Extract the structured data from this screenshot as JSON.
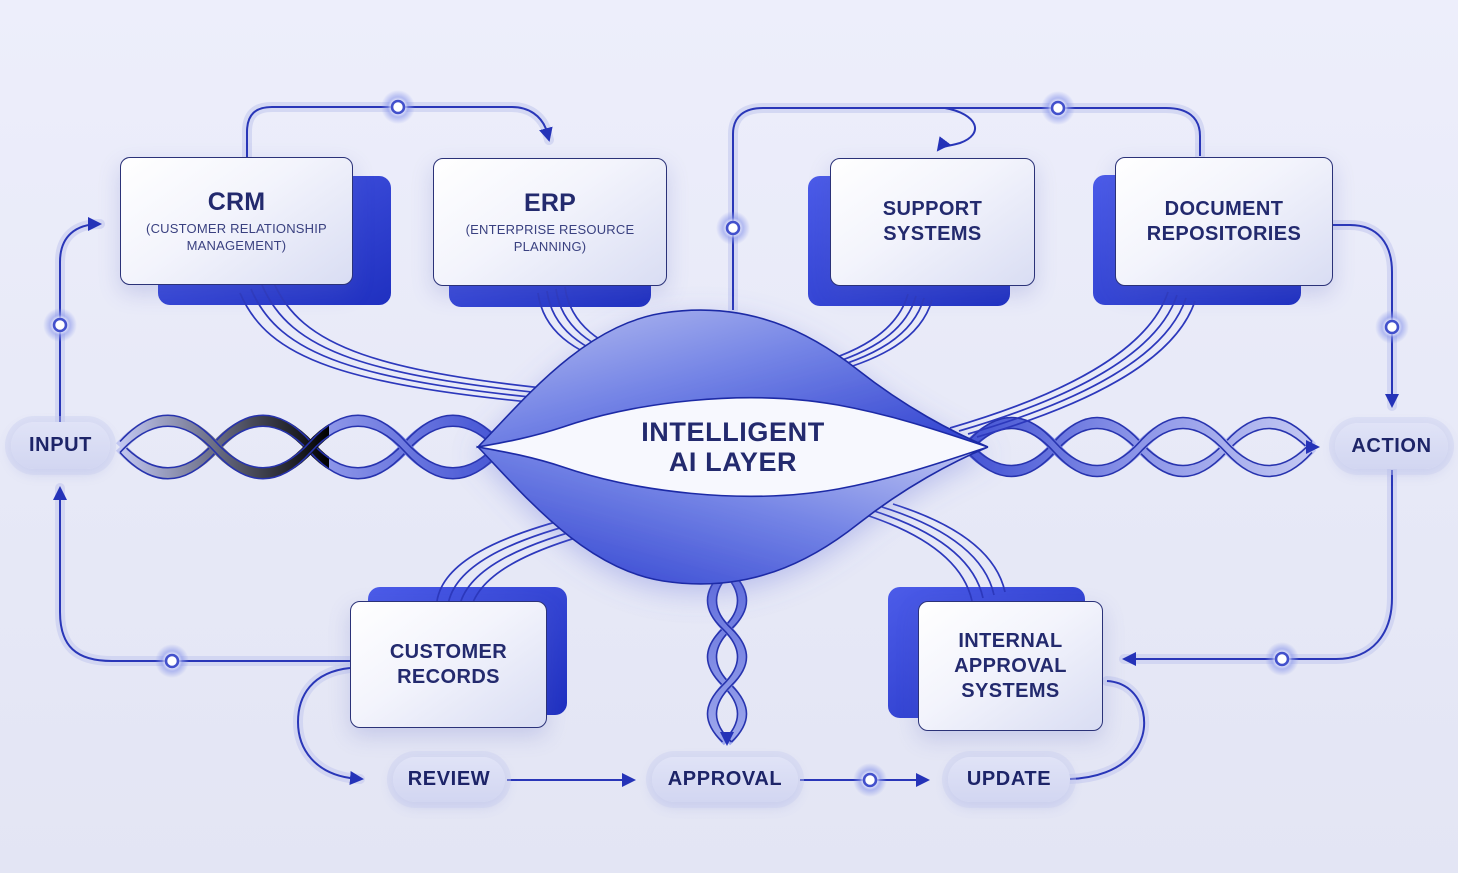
{
  "center": {
    "line1": "INTELLIGENT",
    "line2": "AI LAYER"
  },
  "boxes": {
    "crm": {
      "title": "CRM",
      "subtitle": "(CUSTOMER RELATIONSHIP MANAGEMENT)"
    },
    "erp": {
      "title": "ERP",
      "subtitle": "(ENTERPRISE RESOURCE PLANNING)"
    },
    "support": {
      "title": "SUPPORT SYSTEMS"
    },
    "documents": {
      "title": "DOCUMENT REPOSITORIES"
    },
    "records": {
      "title": "CUSTOMER RECORDS"
    },
    "internal": {
      "title": "INTERNAL APPROVAL SYSTEMS"
    }
  },
  "pills": {
    "input": "INPUT",
    "action": "ACTION",
    "review": "REVIEW",
    "approval": "APPROVAL",
    "update": "UPDATE"
  },
  "colors": {
    "background": "#e9ebf8",
    "line_blue": "#2936b8",
    "card_shadow_blue": "#2d3ed0",
    "deep_lobe_blue": "#2c3ecf",
    "text_navy": "#232a6e",
    "pill_fill": "#d7daf3"
  }
}
